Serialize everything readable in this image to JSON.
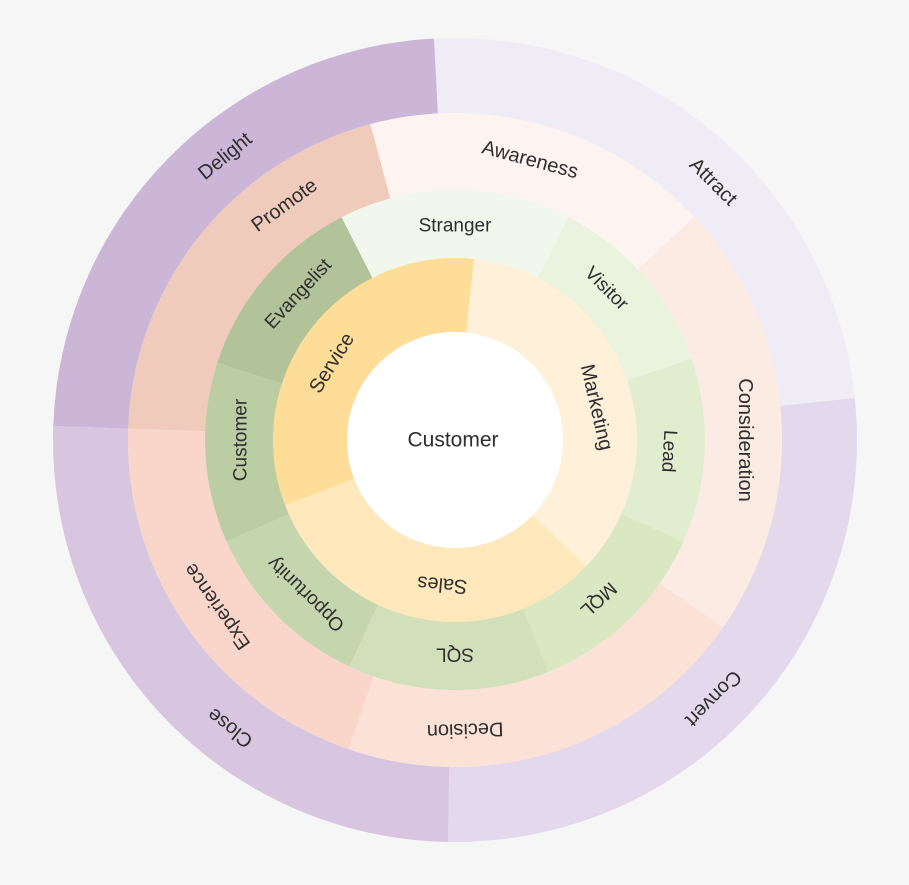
{
  "center": {
    "label": "Customer",
    "color": "#ffffff"
  },
  "rings": [
    {
      "name": "stages",
      "segments": [
        {
          "label": "Attract",
          "color": "#f0ecf5"
        },
        {
          "label": "Convert",
          "color": "#e4d9ec"
        },
        {
          "label": "Close",
          "color": "#d8c6e1"
        },
        {
          "label": "Delight",
          "color": "#cbb6d8"
        }
      ]
    },
    {
      "name": "buyer-journey",
      "segments": [
        {
          "label": "Awareness",
          "color": "#fdf3f1"
        },
        {
          "label": "Consideration",
          "color": "#fbebe3"
        },
        {
          "label": "Decision",
          "color": "#fbe1d6"
        },
        {
          "label": "Experience",
          "color": "#fad6ca"
        },
        {
          "label": "Promote",
          "color": "#f0cbbb"
        }
      ]
    },
    {
      "name": "lifecycle-stages",
      "segments": [
        {
          "label": "Stranger",
          "color": "#f1f7ec"
        },
        {
          "label": "Visitor",
          "color": "#eaf3dd"
        },
        {
          "label": "Lead",
          "color": "#e1edcf"
        },
        {
          "label": "MQL",
          "color": "#d9e8c2"
        },
        {
          "label": "SQL",
          "color": "#d1dfbb"
        },
        {
          "label": "Opportunity",
          "color": "#c5d6ae"
        },
        {
          "label": "Customer",
          "color": "#bccca3"
        },
        {
          "label": "Evangelist",
          "color": "#b2c39a"
        }
      ]
    },
    {
      "name": "teams",
      "segments": [
        {
          "label": "Marketing",
          "color": "#fff0d9"
        },
        {
          "label": "Sales",
          "color": "#ffe8bb"
        },
        {
          "label": "Service",
          "color": "#fedd98"
        }
      ]
    }
  ]
}
